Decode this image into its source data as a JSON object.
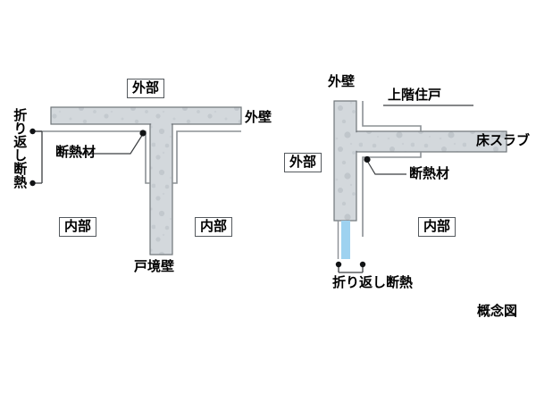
{
  "figure": {
    "caption": "概念図",
    "colors": {
      "concrete_fill": "#d3d8dc",
      "concrete_stroke": "#6f7479",
      "insulation_line": "#8b9094",
      "leader_line": "#3a3d40",
      "blue_insulation": "#9ed2f0",
      "label_box_border": "#555a5e",
      "text": "#000000",
      "background": "#ffffff"
    }
  },
  "left_diagram": {
    "name": "party-wall-section",
    "labels": {
      "exterior_top": "外部",
      "outer_wall": "外壁",
      "insulation_material": "断熱材",
      "turnback_insulation": "折り返し断熱",
      "interior_left": "内部",
      "interior_right": "内部",
      "party_wall": "戸境壁"
    }
  },
  "right_diagram": {
    "name": "floor-slab-section",
    "labels": {
      "outer_wall": "外壁",
      "upper_floor_unit": "上階住戸",
      "floor_slab": "床スラブ",
      "insulation_material": "断熱材",
      "exterior": "外部",
      "interior": "内部",
      "turnback_insulation": "折り返し断熱"
    }
  }
}
